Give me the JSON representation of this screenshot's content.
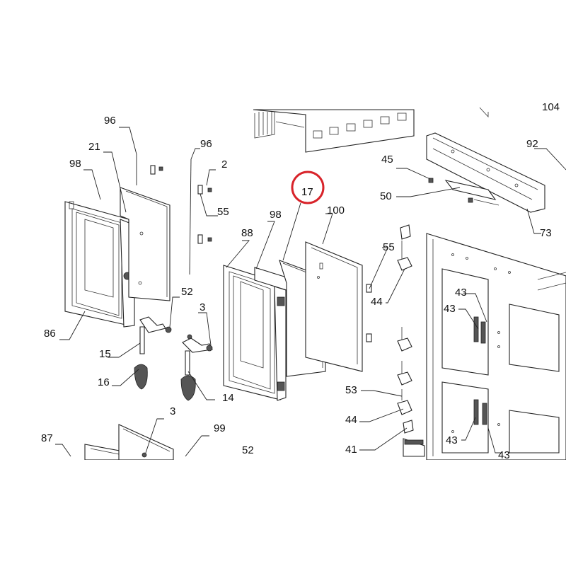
{
  "diagram": {
    "highlight_color": "#d8232a",
    "highlighted_label": "17",
    "labels": {
      "l96a": "96",
      "l21": "21",
      "l98a": "98",
      "l86": "86",
      "l15": "15",
      "l16": "16",
      "l96b": "96",
      "l2": "2",
      "l55a": "55",
      "l52a": "52",
      "l3a": "3",
      "l14": "14",
      "l88": "88",
      "l98b": "98",
      "l17": "17",
      "l100": "100",
      "l45": "45",
      "l50": "50",
      "l92": "92",
      "l73": "73",
      "l104": "104",
      "l55b": "55",
      "l44a": "44",
      "l43a": "43",
      "l43b": "43",
      "l53": "53",
      "l44b": "44",
      "l41": "41",
      "l43c": "43",
      "l43d": "43",
      "l87": "87",
      "l3b": "3",
      "l99": "99",
      "l52b": "52"
    }
  }
}
